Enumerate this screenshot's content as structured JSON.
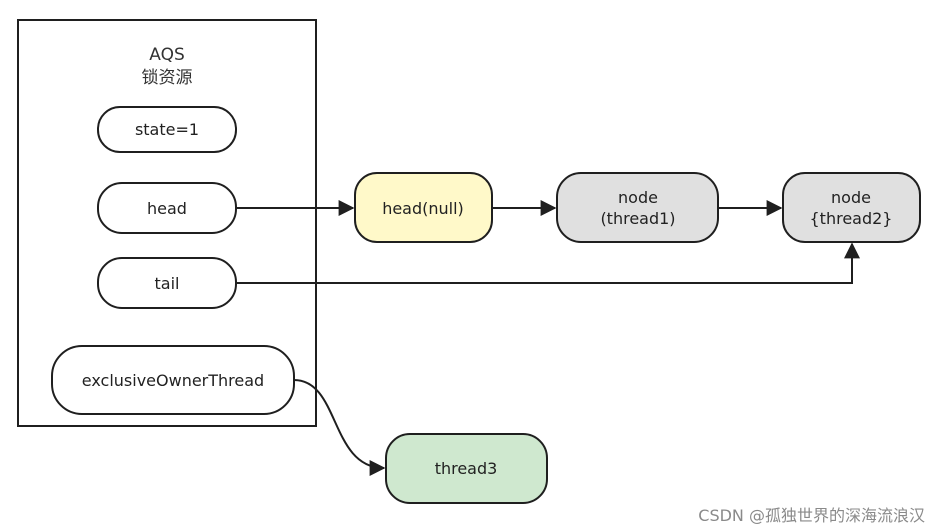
{
  "container": {
    "title": "AQS",
    "subtitle": "锁资源"
  },
  "fields": {
    "state": "state=1",
    "head": "head",
    "tail": "tail",
    "owner": "exclusiveOwnerThread"
  },
  "queue": {
    "head_node": "head(null)",
    "node1_line1": "node",
    "node1_line2": "(thread1)",
    "node2_line1": "node",
    "node2_line2": "{thread2}"
  },
  "thread": {
    "label": "thread3"
  },
  "watermark": "CSDN @孤独世界的深海流浪汉",
  "colors": {
    "stroke": "#1f1f1f",
    "field_fill": "#ffffff",
    "head_node_fill": "#fff9c9",
    "node_fill": "#e0e0e0",
    "thread_fill": "#cfe8cf"
  }
}
